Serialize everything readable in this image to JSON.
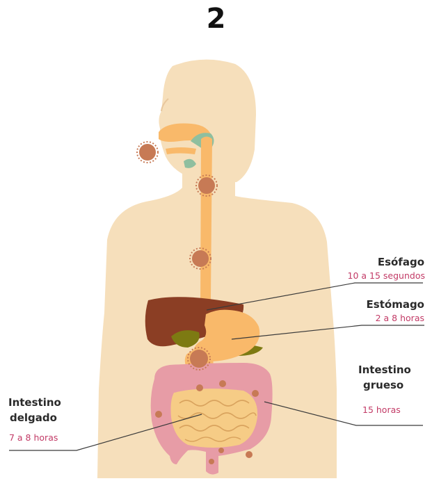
{
  "step_number": "2",
  "colors": {
    "skin": "#f6dfbb",
    "digestive_tract": "#f9b96a",
    "liver": "#8b3e24",
    "gallbladder": "#7d7a12",
    "large_intestine": "#e79ca6",
    "small_intestine": "#f6cc86",
    "virus": "#c77a55",
    "time_text": "#c23a66",
    "leader_line": "#3a3a3a"
  },
  "labels": {
    "esofago": {
      "title": "Esófago",
      "time": "10 a 15 segundos"
    },
    "estomago": {
      "title": "Estómago",
      "time": "2 a 8 horas"
    },
    "intestino_grueso": {
      "title_line1": "Intestino",
      "title_line2": "grueso",
      "time": "15 horas"
    },
    "intestino_delgado": {
      "title_line1": "Intestino",
      "title_line2": "delgado",
      "time": "7 a 8 horas"
    }
  }
}
